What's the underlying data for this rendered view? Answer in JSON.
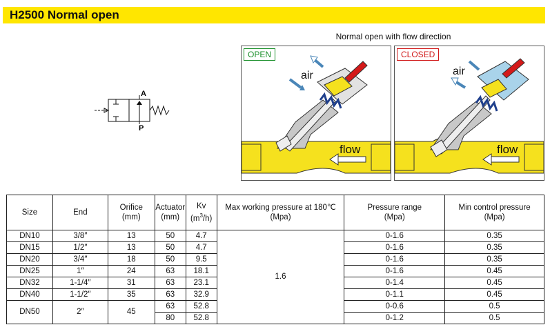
{
  "title": "H2500 Normal open",
  "caption": "Normal open with flow direction",
  "symbol": {
    "port_top": "A",
    "port_bottom": "P"
  },
  "panels": {
    "open": {
      "badge": "OPEN",
      "air": "air",
      "flow": "flow"
    },
    "closed": {
      "badge": "CLOSED",
      "air": "air",
      "flow": "flow"
    }
  },
  "colors": {
    "title_bar": "#ffe600",
    "body_yellow": "#f5e11e",
    "open_badge": "#1a8f2a",
    "closed_badge": "#d01818",
    "air_blue": "#a9d3ea",
    "stem_red": "#d41a1a"
  },
  "table": {
    "headers": {
      "size": "Size",
      "end": "End",
      "orifice": "Orifice",
      "orifice_unit": "(mm)",
      "actuator": "Actuator",
      "actuator_unit": "(mm)",
      "kv": "Kv",
      "kv_unit_pre": "(m",
      "kv_unit_sup": "3",
      "kv_unit_post": "/h)",
      "max_pressure": "Max working pressure at 180℃",
      "max_pressure_unit": "(Mpa)",
      "pressure_range": "Pressure range",
      "pressure_range_unit": "(Mpa)",
      "min_control": "Min control pressure",
      "min_control_unit": "(Mpa)"
    },
    "max_pressure_value": "1.6",
    "rows": [
      {
        "size": "DN10",
        "end": "3/8″",
        "orifice": "13",
        "actuator": "50",
        "kv": "4.7",
        "range": "0-1.6",
        "min": "0.35"
      },
      {
        "size": "DN15",
        "end": "1/2″",
        "orifice": "13",
        "actuator": "50",
        "kv": "4.7",
        "range": "0-1.6",
        "min": "0.35"
      },
      {
        "size": "DN20",
        "end": "3/4″",
        "orifice": "18",
        "actuator": "50",
        "kv": "9.5",
        "range": "0-1.6",
        "min": "0.35"
      },
      {
        "size": "DN25",
        "end": "1″",
        "orifice": "24",
        "actuator": "63",
        "kv": "18.1",
        "range": "0-1.6",
        "min": "0.45"
      },
      {
        "size": "DN32",
        "end": "1-1/4″",
        "orifice": "31",
        "actuator": "63",
        "kv": "23.1",
        "range": "0-1.4",
        "min": "0.45"
      },
      {
        "size": "DN40",
        "end": "1-1/2″",
        "orifice": "35",
        "actuator": "63",
        "kv": "32.9",
        "range": "0-1.1",
        "min": "0.45"
      }
    ],
    "dn50": {
      "size": "DN50",
      "end": "2″",
      "orifice": "45",
      "sub": [
        {
          "actuator": "63",
          "kv": "52.8",
          "range": "0-0.6",
          "min": "0.5"
        },
        {
          "actuator": "80",
          "kv": "52.8",
          "range": "0-1.2",
          "min": "0.5"
        }
      ]
    }
  }
}
